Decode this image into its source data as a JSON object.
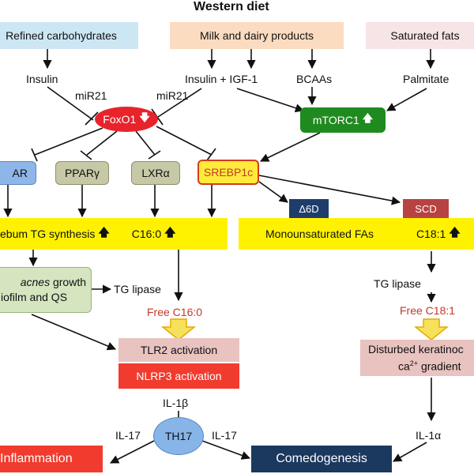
{
  "title": "Western diet",
  "sources": {
    "carbs": "Refined carbohydrates",
    "dairy": "Milk and dairy products",
    "fats": "Saturated fats"
  },
  "labels": {
    "insulin": "Insulin",
    "mir21_left": "miR21",
    "mir21_right": "miR21",
    "insulin_igf1": "Insulin + IGF-1",
    "bcaas": "BCAAs",
    "palmitate": "Palmitate",
    "tg_lipase_left": "TG lipase",
    "tg_lipase_right": "TG lipase",
    "il1b": "IL-1β",
    "il17_left": "IL-17",
    "il17_right": "IL-17",
    "il1a": "IL-1α"
  },
  "nodes": {
    "foxo1": "FoxO1",
    "foxo1_arrow": "🡇",
    "mtorc1": "mTORC1",
    "mtorc1_arrow": "🡅",
    "ar": "AR",
    "pparg": "PPARγ",
    "lxra": "LXRα",
    "srebp1c": "SREBP1c",
    "d6d": "Δ6D",
    "scd": "SCD",
    "sebum_tg": "ebum TG synthesis",
    "sebum_c16": "C16:0",
    "mufa": "Monounsaturated FAs",
    "mufa_c18": "C18:1",
    "up_arrow": "🡅",
    "acnes_line1_italic": "acnes",
    "acnes_line1_rest": " growth",
    "acnes_line2": "iofilm and QS",
    "free_c16": "Free C16:0",
    "free_c18": "Free C18:1",
    "tlr2": "TLR2 activation",
    "nlrp3": "NLRP3 activation",
    "keratino_line1": "Disturbed keratinoc",
    "keratino_line2_a": "ca",
    "keratino_line2_sup": "2+",
    "keratino_line2_b": " gradient",
    "th17": "TH17",
    "inflammation": "Inflammation",
    "comedogenesis": "Comedogenesis"
  },
  "colors": {
    "source_blue": "#cde6f4",
    "source_orange": "#fbdcc0",
    "source_pink": "#f7e4e6",
    "foxo1_red": "#e8232b",
    "mtorc1_green": "#1f8b1f",
    "receptor_blue": "#8fb6e8",
    "receptor_olive": "#c7c8a6",
    "srebp_yellow": "#ffeb3b",
    "srebp_border": "#d33c1b",
    "d6d_navy": "#1e3d6b",
    "scd_red": "#b84242",
    "band_yellow": "#fff200",
    "green_box": "#d5e5c0",
    "pink_box": "#e8c3bf",
    "red_box": "#f03b2e",
    "th17_blue": "#87b5e8",
    "navy_box": "#1b385f",
    "accent_red_text": "#c0392b"
  }
}
